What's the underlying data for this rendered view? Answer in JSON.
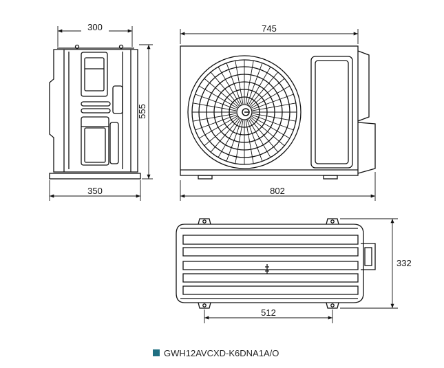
{
  "dimensions": {
    "side_depth_top": "300",
    "side_height": "555",
    "side_depth_base": "350",
    "front_width_body": "745",
    "front_width_overall": "802",
    "top_mount_spacing": "512",
    "top_depth": "332"
  },
  "caption": {
    "model": "GWH12AVCXD-K6DNA1A/O",
    "marker_color": "#1f6f82"
  },
  "colors": {
    "line": "#111111"
  }
}
